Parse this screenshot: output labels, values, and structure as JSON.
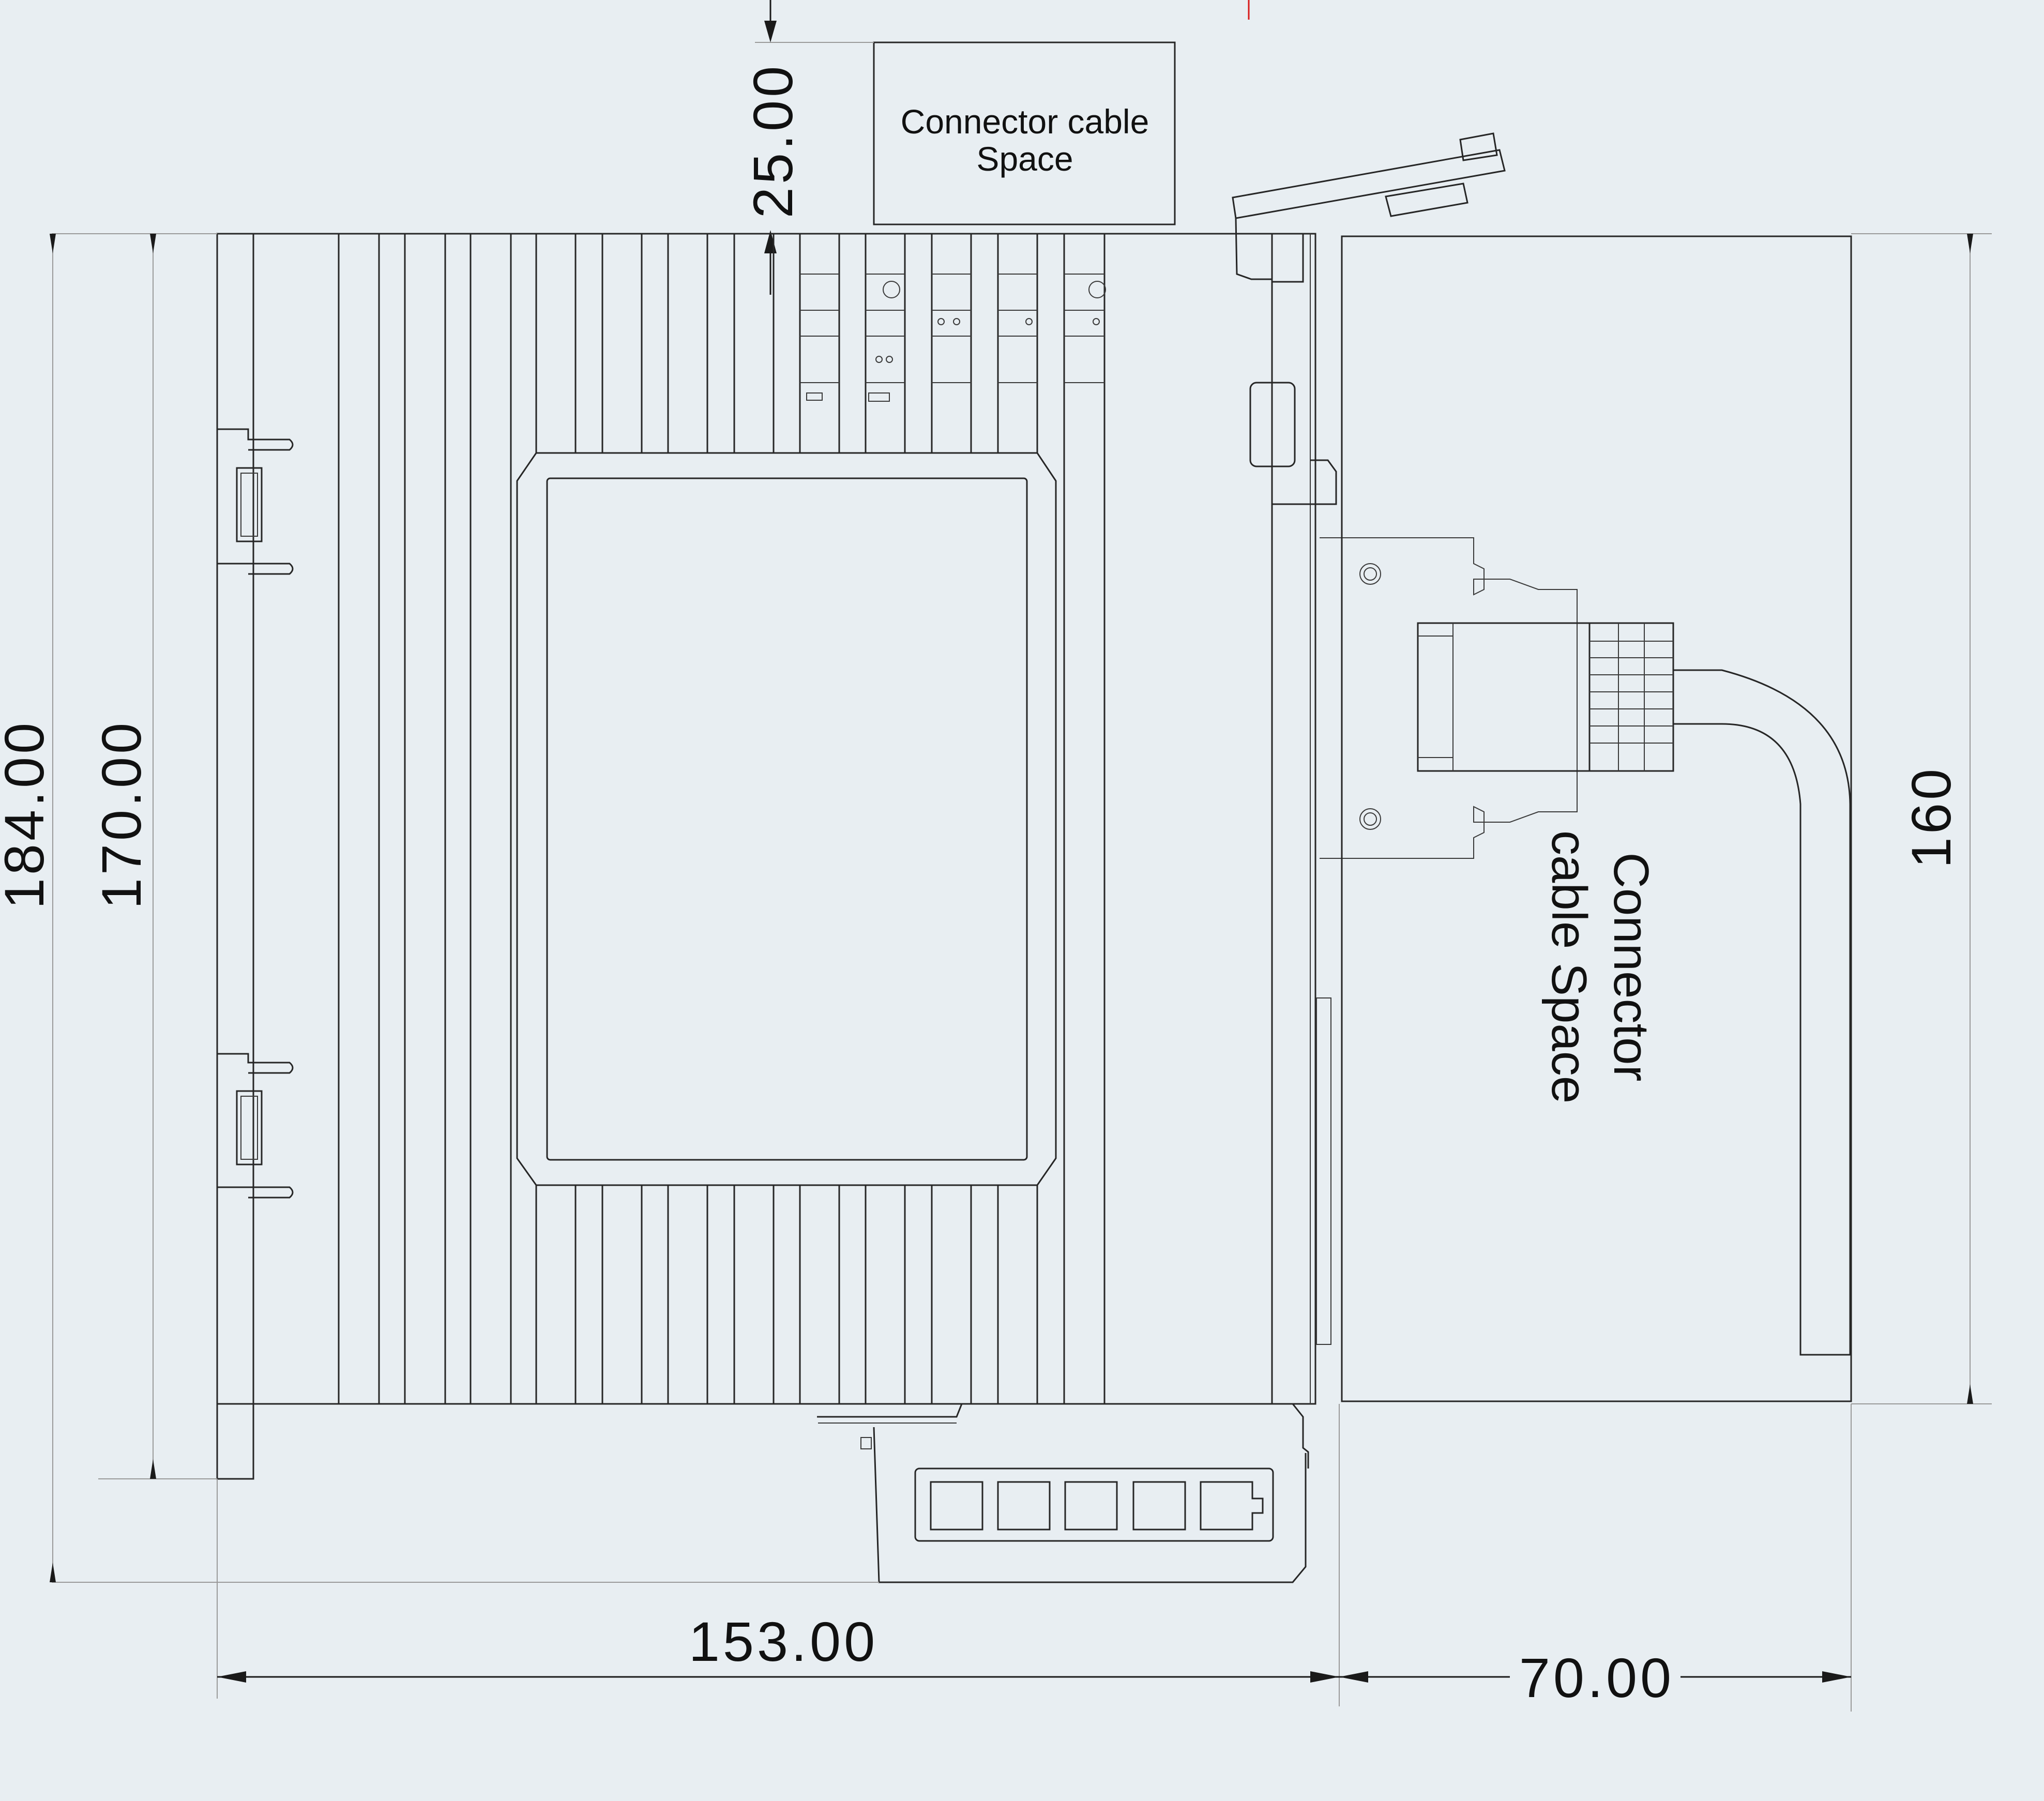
{
  "drawing": {
    "dimensions": {
      "total_height": "184.00",
      "body_height": "170.00",
      "top_clearance": "25.00",
      "body_width": "153.00",
      "side_clearance": "70.00",
      "cable_space_height": "160"
    },
    "labels": {
      "top_space_line1": "Connector cable",
      "top_space_line2": "Space",
      "side_space_line1": "Connector",
      "side_space_line2": "cable Space"
    },
    "colors": {
      "background": "#e8eef2",
      "line": "#262626",
      "extension_line": "#9a9a9a"
    }
  }
}
